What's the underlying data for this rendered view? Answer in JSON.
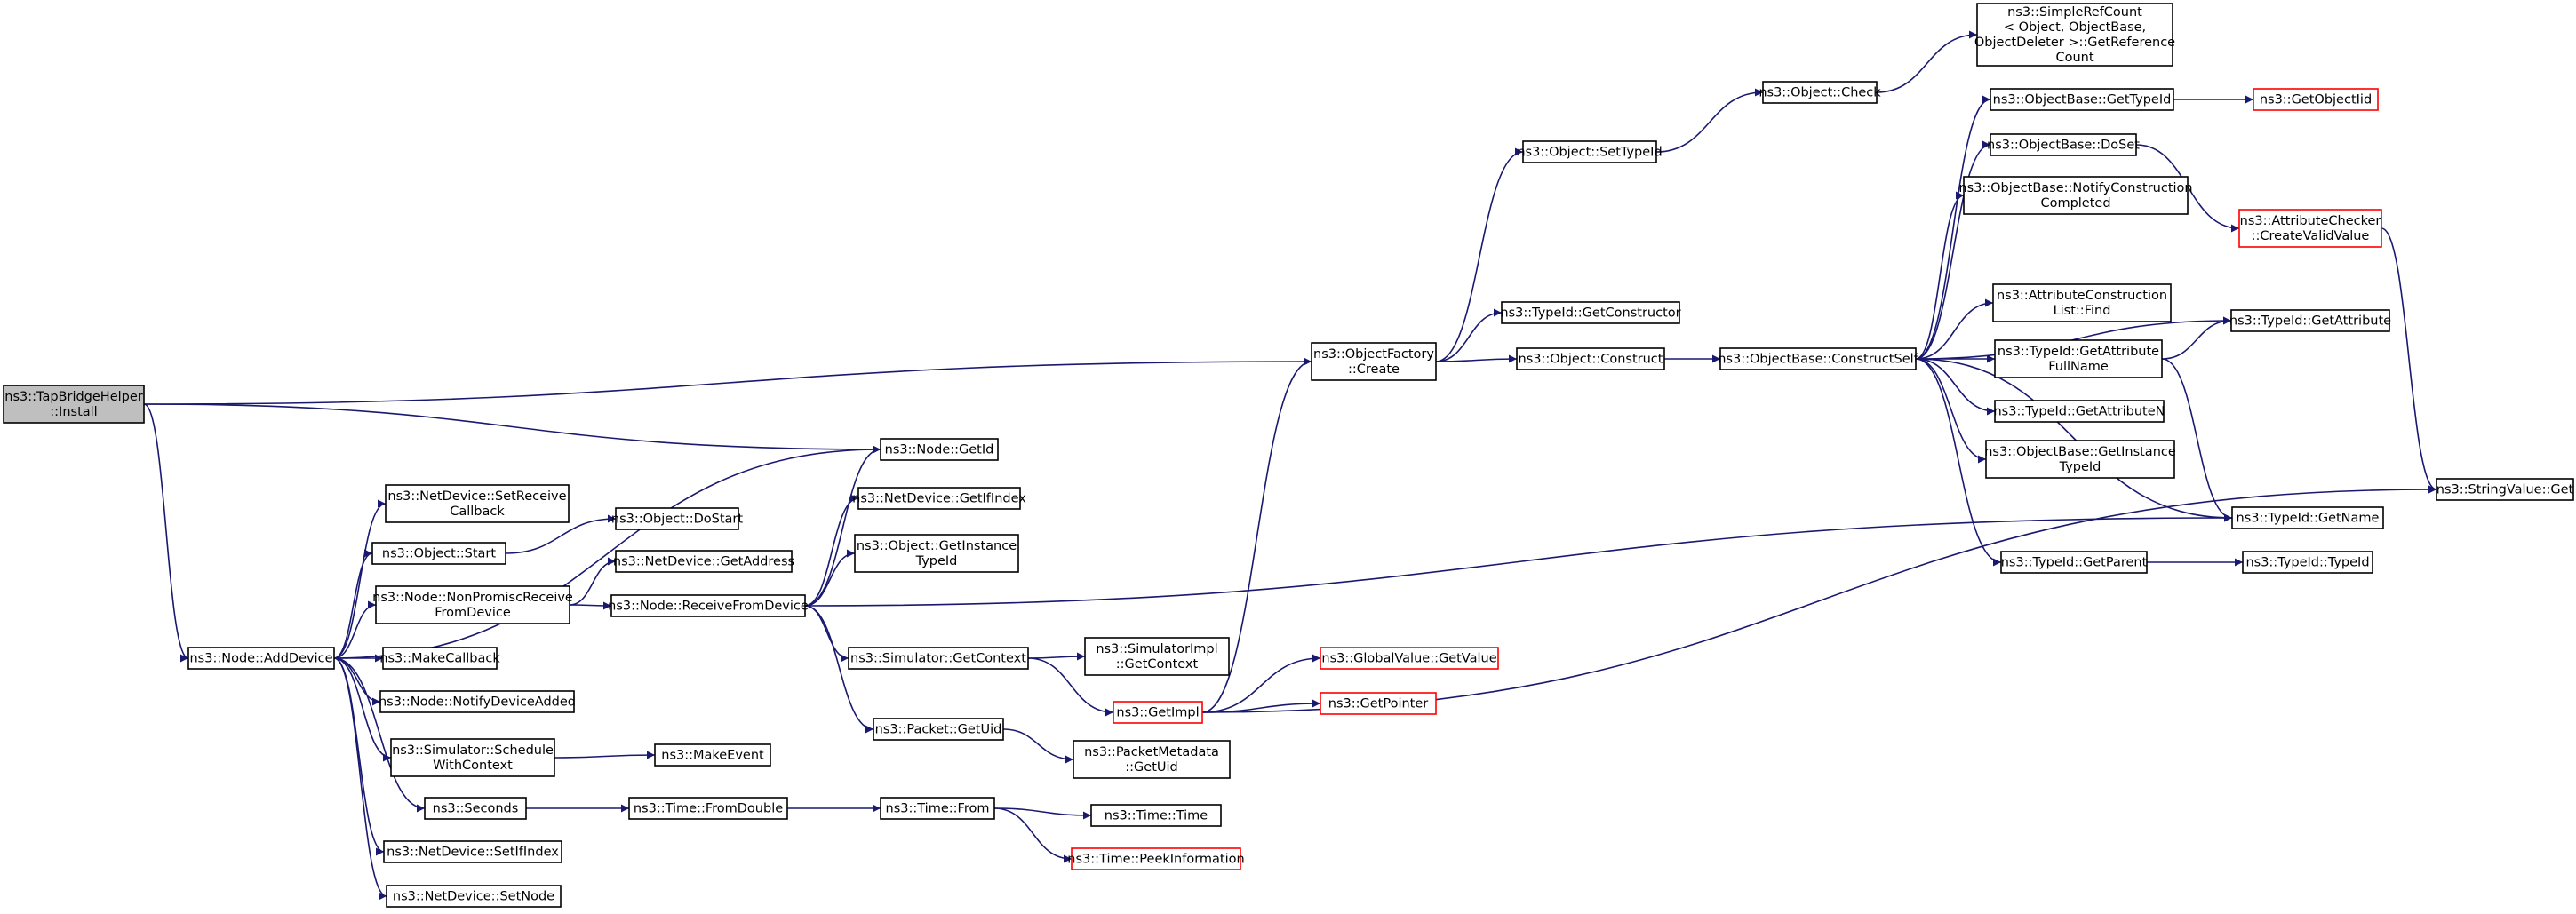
{
  "graph": {
    "edge_color": "#191970",
    "root_fill": "#bfbfbf",
    "missing_border_color": "#ff0000",
    "nodes": [
      {
        "id": "install",
        "lines": [
          "ns3::TapBridgeHelper",
          "::Install"
        ],
        "root": true
      },
      {
        "id": "objfac_create",
        "lines": [
          "ns3::ObjectFactory",
          "::Create"
        ]
      },
      {
        "id": "node_getid",
        "lines": [
          "ns3::Node::GetId"
        ]
      },
      {
        "id": "node_adddevice",
        "lines": [
          "ns3::Node::AddDevice"
        ]
      },
      {
        "id": "nd_setreceivecallback",
        "lines": [
          "ns3::NetDevice::SetReceive",
          "Callback"
        ]
      },
      {
        "id": "object_start",
        "lines": [
          "ns3::Object::Start"
        ]
      },
      {
        "id": "node_nonpromisc",
        "lines": [
          "ns3::Node::NonPromiscReceive",
          "FromDevice"
        ]
      },
      {
        "id": "makecallback",
        "lines": [
          "ns3::MakeCallback"
        ]
      },
      {
        "id": "node_notifydeviceadded",
        "lines": [
          "ns3::Node::NotifyDeviceAdded"
        ]
      },
      {
        "id": "sim_schedulewithcontext",
        "lines": [
          "ns3::Simulator::Schedule",
          "WithContext"
        ]
      },
      {
        "id": "seconds",
        "lines": [
          "ns3::Seconds"
        ]
      },
      {
        "id": "nd_setifindex",
        "lines": [
          "ns3::NetDevice::SetIfIndex"
        ]
      },
      {
        "id": "nd_setnode",
        "lines": [
          "ns3::NetDevice::SetNode"
        ]
      },
      {
        "id": "object_dostart",
        "lines": [
          "ns3::Object::DoStart"
        ]
      },
      {
        "id": "nd_getaddress",
        "lines": [
          "ns3::NetDevice::GetAddress"
        ]
      },
      {
        "id": "node_receivefromdevice",
        "lines": [
          "ns3::Node::ReceiveFromDevice"
        ]
      },
      {
        "id": "nd_getifindex",
        "lines": [
          "ns3::NetDevice::GetIfIndex"
        ]
      },
      {
        "id": "object_getinstancetypeid",
        "lines": [
          "ns3::Object::GetInstance",
          "TypeId"
        ]
      },
      {
        "id": "sim_getcontext",
        "lines": [
          "ns3::Simulator::GetContext"
        ]
      },
      {
        "id": "packet_getuid",
        "lines": [
          "ns3::Packet::GetUid"
        ]
      },
      {
        "id": "makeevent",
        "lines": [
          "ns3::MakeEvent"
        ]
      },
      {
        "id": "time_fromdouble",
        "lines": [
          "ns3::Time::FromDouble"
        ]
      },
      {
        "id": "time_from",
        "lines": [
          "ns3::Time::From"
        ]
      },
      {
        "id": "time_time",
        "lines": [
          "ns3::Time::Time"
        ]
      },
      {
        "id": "time_peekinformation",
        "lines": [
          "ns3::Time::PeekInformation"
        ],
        "red": true
      },
      {
        "id": "simimpl_getcontext",
        "lines": [
          "ns3::SimulatorImpl",
          "::GetContext"
        ]
      },
      {
        "id": "getimpl",
        "lines": [
          "ns3::GetImpl"
        ],
        "red": true
      },
      {
        "id": "packetmetadata_getuid",
        "lines": [
          "ns3::PacketMetadata",
          "::GetUid"
        ]
      },
      {
        "id": "globalvalue_getvalue",
        "lines": [
          "ns3::GlobalValue::GetValue"
        ],
        "red": true
      },
      {
        "id": "getpointer",
        "lines": [
          "ns3::GetPointer"
        ],
        "red": true
      },
      {
        "id": "object_settypeid",
        "lines": [
          "ns3::Object::SetTypeId"
        ]
      },
      {
        "id": "typeid_getconstructor",
        "lines": [
          "ns3::TypeId::GetConstructor"
        ]
      },
      {
        "id": "object_construct",
        "lines": [
          "ns3::Object::Construct"
        ]
      },
      {
        "id": "object_check",
        "lines": [
          "ns3::Object::Check"
        ]
      },
      {
        "id": "simplerefcount",
        "lines": [
          "ns3::SimpleRefCount",
          "< Object, ObjectBase,",
          "ObjectDeleter >::GetReference",
          "Count"
        ]
      },
      {
        "id": "objectbase_constructself",
        "lines": [
          "ns3::ObjectBase::ConstructSelf"
        ]
      },
      {
        "id": "objectbase_gettypeid",
        "lines": [
          "ns3::ObjectBase::GetTypeId"
        ]
      },
      {
        "id": "objectbase_doset",
        "lines": [
          "ns3::ObjectBase::DoSet"
        ]
      },
      {
        "id": "objectbase_notifyconstruction",
        "lines": [
          "ns3::ObjectBase::NotifyConstruction",
          "Completed"
        ]
      },
      {
        "id": "attrconstructionlist_find",
        "lines": [
          "ns3::AttributeConstruction",
          "List::Find"
        ]
      },
      {
        "id": "typeid_getattributefullname",
        "lines": [
          "ns3::TypeId::GetAttribute",
          "FullName"
        ]
      },
      {
        "id": "typeid_getattributen",
        "lines": [
          "ns3::TypeId::GetAttributeN"
        ]
      },
      {
        "id": "objectbase_getinstancetypeid",
        "lines": [
          "ns3::ObjectBase::GetInstance",
          "TypeId"
        ]
      },
      {
        "id": "typeid_getparent",
        "lines": [
          "ns3::TypeId::GetParent"
        ]
      },
      {
        "id": "getobjectiid",
        "lines": [
          "ns3::GetObjectIid"
        ],
        "red": true
      },
      {
        "id": "attributechecker_createvalidvalue",
        "lines": [
          "ns3::AttributeChecker",
          "::CreateValidValue"
        ],
        "red": true
      },
      {
        "id": "typeid_getattribute",
        "lines": [
          "ns3::TypeId::GetAttribute"
        ]
      },
      {
        "id": "typeid_getname",
        "lines": [
          "ns3::TypeId::GetName"
        ]
      },
      {
        "id": "typeid_typeid",
        "lines": [
          "ns3::TypeId::TypeId"
        ]
      },
      {
        "id": "stringvalue_get",
        "lines": [
          "ns3::StringValue::Get"
        ]
      }
    ],
    "edges": [
      [
        "install",
        "objfac_create"
      ],
      [
        "install",
        "node_getid"
      ],
      [
        "install",
        "node_adddevice"
      ],
      [
        "node_adddevice",
        "node_getid"
      ],
      [
        "node_adddevice",
        "nd_setreceivecallback"
      ],
      [
        "node_adddevice",
        "object_start"
      ],
      [
        "node_adddevice",
        "node_nonpromisc"
      ],
      [
        "node_adddevice",
        "makecallback"
      ],
      [
        "node_adddevice",
        "node_notifydeviceadded"
      ],
      [
        "node_adddevice",
        "sim_schedulewithcontext"
      ],
      [
        "node_adddevice",
        "seconds"
      ],
      [
        "node_adddevice",
        "nd_setifindex"
      ],
      [
        "node_adddevice",
        "nd_setnode"
      ],
      [
        "object_start",
        "object_dostart"
      ],
      [
        "node_nonpromisc",
        "nd_getaddress"
      ],
      [
        "node_nonpromisc",
        "node_receivefromdevice"
      ],
      [
        "node_receivefromdevice",
        "node_getid"
      ],
      [
        "node_receivefromdevice",
        "nd_getifindex"
      ],
      [
        "node_receivefromdevice",
        "object_getinstancetypeid"
      ],
      [
        "node_receivefromdevice",
        "sim_getcontext"
      ],
      [
        "node_receivefromdevice",
        "packet_getuid"
      ],
      [
        "node_receivefromdevice",
        "typeid_getname"
      ],
      [
        "sim_schedulewithcontext",
        "makeevent"
      ],
      [
        "seconds",
        "time_fromdouble"
      ],
      [
        "time_fromdouble",
        "time_from"
      ],
      [
        "time_from",
        "time_time"
      ],
      [
        "time_from",
        "time_peekinformation"
      ],
      [
        "sim_getcontext",
        "simimpl_getcontext"
      ],
      [
        "sim_getcontext",
        "getimpl"
      ],
      [
        "packet_getuid",
        "packetmetadata_getuid"
      ],
      [
        "getimpl",
        "objfac_create"
      ],
      [
        "getimpl",
        "globalvalue_getvalue"
      ],
      [
        "getimpl",
        "getpointer"
      ],
      [
        "getimpl",
        "stringvalue_get"
      ],
      [
        "objfac_create",
        "object_settypeid"
      ],
      [
        "objfac_create",
        "typeid_getconstructor"
      ],
      [
        "objfac_create",
        "object_construct"
      ],
      [
        "object_settypeid",
        "object_check"
      ],
      [
        "object_check",
        "simplerefcount"
      ],
      [
        "object_construct",
        "objectbase_constructself"
      ],
      [
        "objectbase_constructself",
        "objectbase_gettypeid"
      ],
      [
        "objectbase_constructself",
        "objectbase_doset"
      ],
      [
        "objectbase_constructself",
        "objectbase_notifyconstruction"
      ],
      [
        "objectbase_constructself",
        "typeid_getattribute"
      ],
      [
        "objectbase_constructself",
        "attrconstructionlist_find"
      ],
      [
        "objectbase_constructself",
        "typeid_getattributefullname"
      ],
      [
        "objectbase_constructself",
        "typeid_getattributen"
      ],
      [
        "objectbase_constructself",
        "objectbase_getinstancetypeid"
      ],
      [
        "objectbase_constructself",
        "typeid_getname"
      ],
      [
        "objectbase_constructself",
        "typeid_getparent"
      ],
      [
        "objectbase_gettypeid",
        "getobjectiid"
      ],
      [
        "objectbase_doset",
        "attributechecker_createvalidvalue"
      ],
      [
        "attributechecker_createvalidvalue",
        "stringvalue_get"
      ],
      [
        "typeid_getattributefullname",
        "typeid_getattribute"
      ],
      [
        "typeid_getattributefullname",
        "typeid_getname"
      ],
      [
        "typeid_getparent",
        "typeid_typeid"
      ]
    ]
  }
}
